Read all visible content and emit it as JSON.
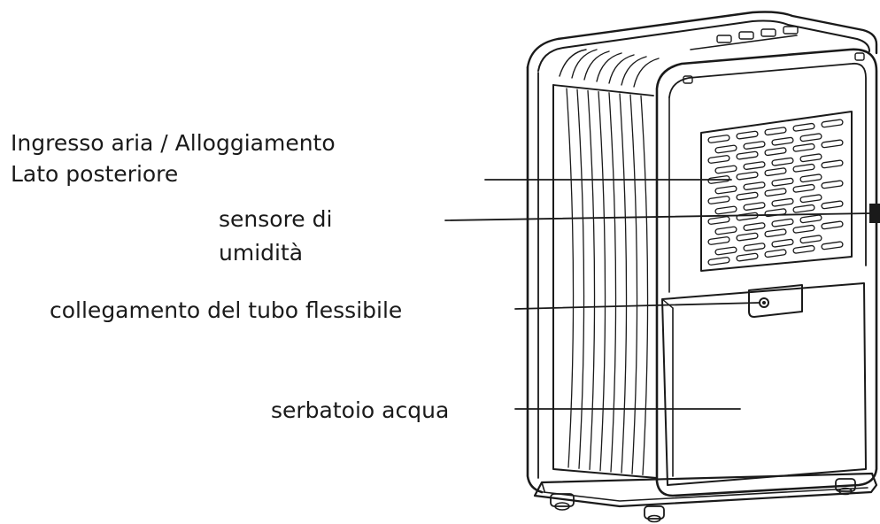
{
  "labels": {
    "air_inlet_line1": "Ingresso aria / Alloggiamento",
    "air_inlet_line2": "Lato posteriore",
    "humidity_sensor_line1": "sensore di",
    "humidity_sensor_line2": "umidità",
    "hose_connection": "collegamento del tubo flessibile",
    "water_tank": "serbatoio acqua"
  },
  "colors": {
    "ink": "#1a1a1a",
    "background": "#ffffff"
  }
}
